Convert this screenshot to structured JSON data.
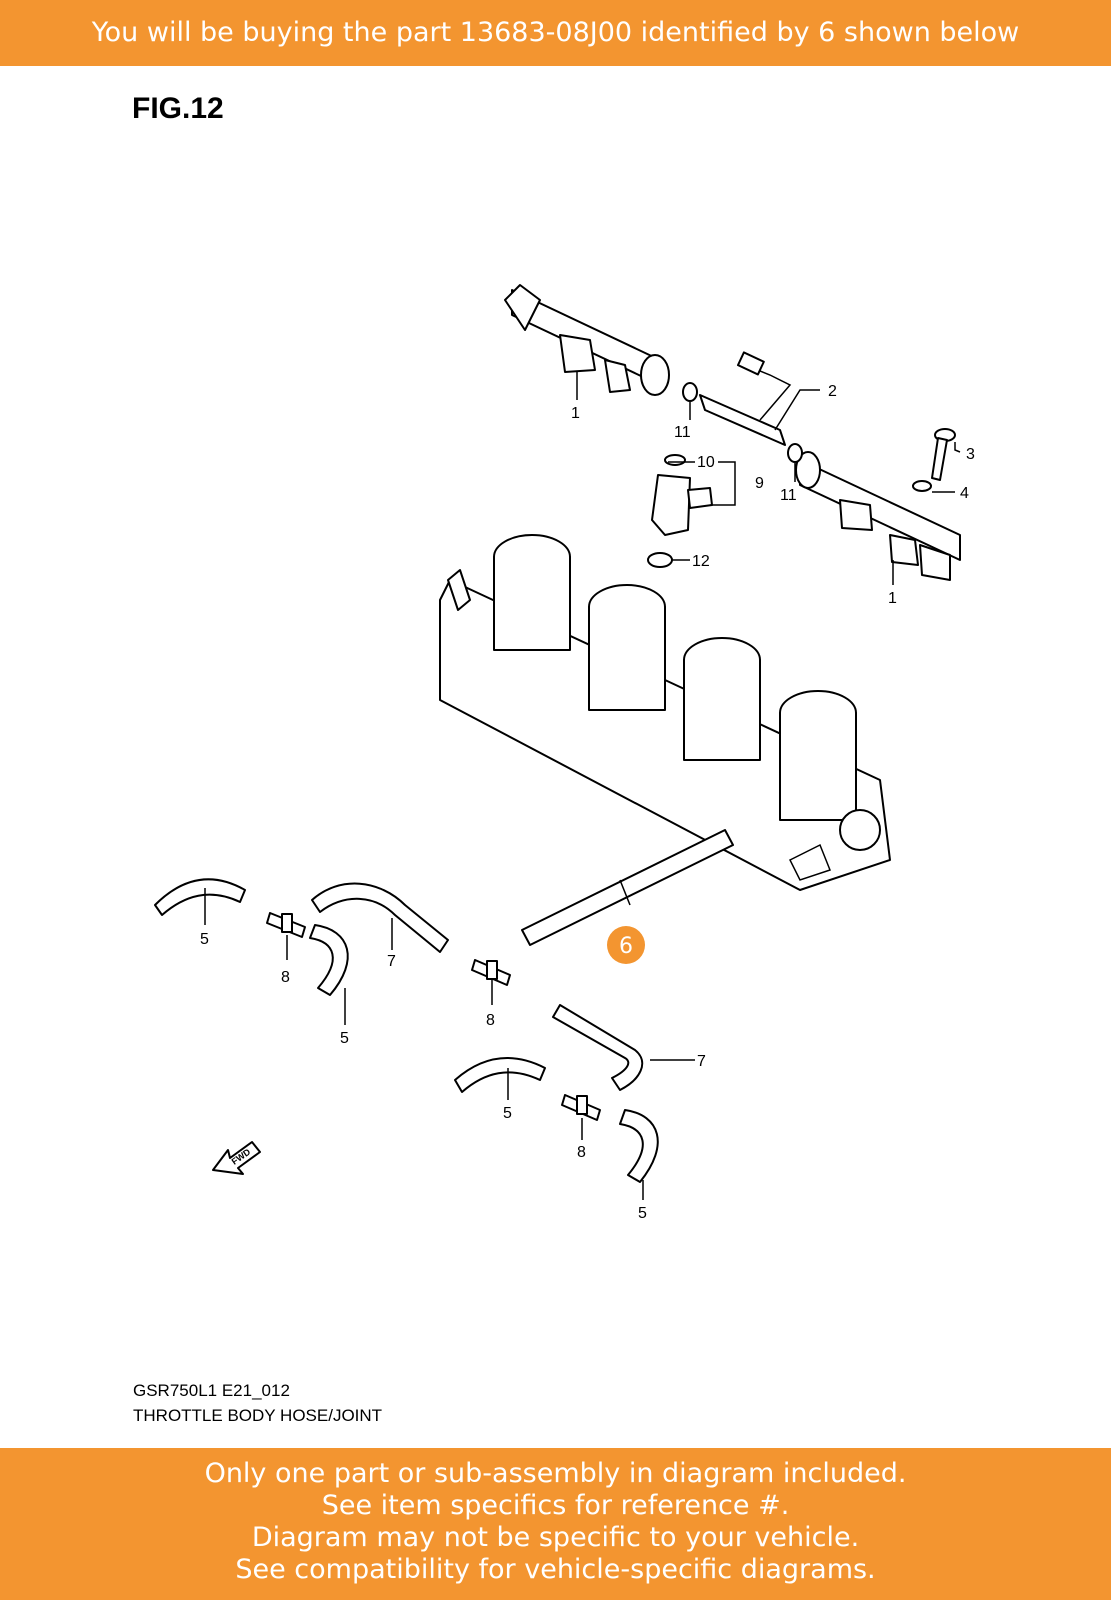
{
  "top_banner": "You will be buying the part 13683-08J00 identified by 6 shown below",
  "figure_title": "FIG.12",
  "diagram": {
    "highlight_color": "#f39530",
    "highlight_label": "6",
    "labels": [
      "1",
      "2",
      "11",
      "3",
      "10",
      "9",
      "11",
      "4",
      "12",
      "1",
      "5",
      "7",
      "8",
      "5",
      "8",
      "7",
      "5",
      "8",
      "5"
    ],
    "fwd_label": "FWD"
  },
  "caption": {
    "line1": "GSR750L1 E21_012",
    "line2": "THROTTLE BODY HOSE/JOINT"
  },
  "bottom_banner": {
    "line1": "Only one part or sub-assembly in diagram included.",
    "line2": "See item specifics for reference #.",
    "line3": "Diagram may not be specific to your vehicle.",
    "line4": "See compatibility for vehicle-specific diagrams."
  }
}
